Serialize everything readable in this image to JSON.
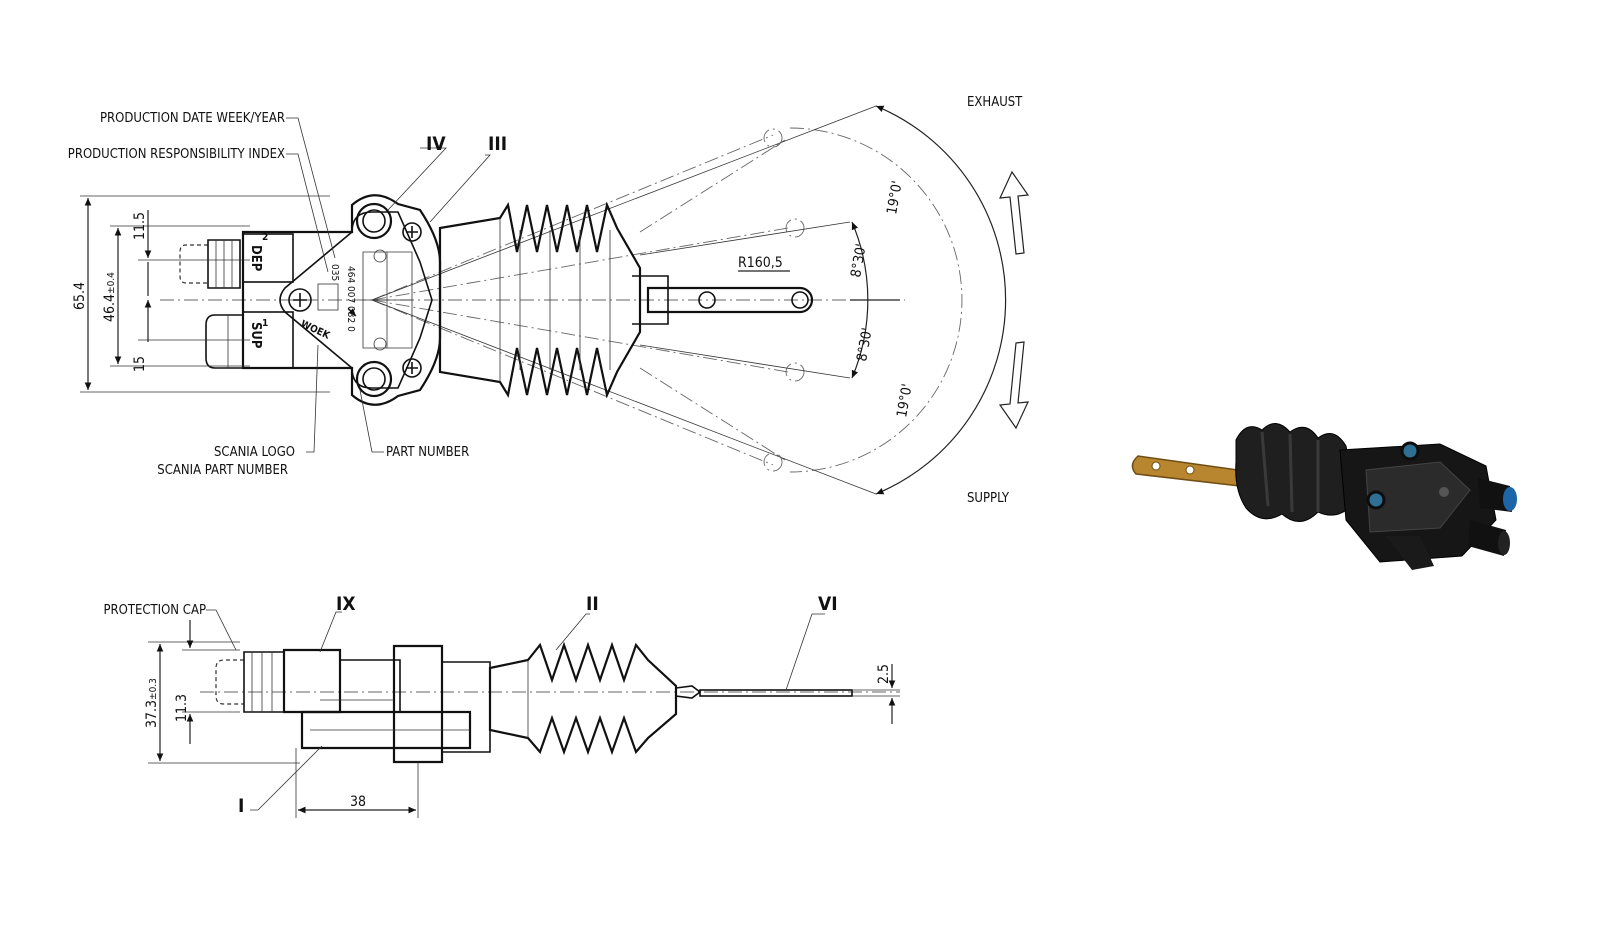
{
  "callouts": {
    "production_date": "PRODUCTION DATE WEEK/YEAR",
    "responsibility_index": "PRODUCTION RESPONSIBILITY INDEX",
    "scania_logo": "SCANIA LOGO",
    "scania_part_number": "SCANIA PART NUMBER",
    "part_number": "PART NUMBER",
    "protection_cap": "PROTECTION CAP"
  },
  "roman_labels": {
    "iv": "IV",
    "iii": "III",
    "ix": "IX",
    "ii": "II",
    "vi": "VI",
    "i": "I"
  },
  "dimensions": {
    "height_total": "65.4",
    "port_spacing": "46.4",
    "port_spacing_tol": "±0.4",
    "top_offset": "11.5",
    "bottom_offset": "15",
    "radius": "R160,5",
    "angle_outer_top": "19°0'",
    "angle_inner_top": "8°30'",
    "angle_inner_bottom": "8°30'",
    "angle_outer_bottom": "19°0'",
    "side_height": "37.3",
    "side_height_tol": "±0.3",
    "side_offset": "11.3",
    "side_length": "38",
    "lever_thickness": "2.5"
  },
  "directions": {
    "exhaust": "EXHAUST",
    "supply": "SUPPLY"
  },
  "markings": {
    "port_dep": "DEP",
    "port_dep_num": "2",
    "port_sup": "SUP",
    "port_sup_num": "1",
    "code_035": "035",
    "part_code": "464 007 032 0",
    "brand": "WOEK"
  }
}
